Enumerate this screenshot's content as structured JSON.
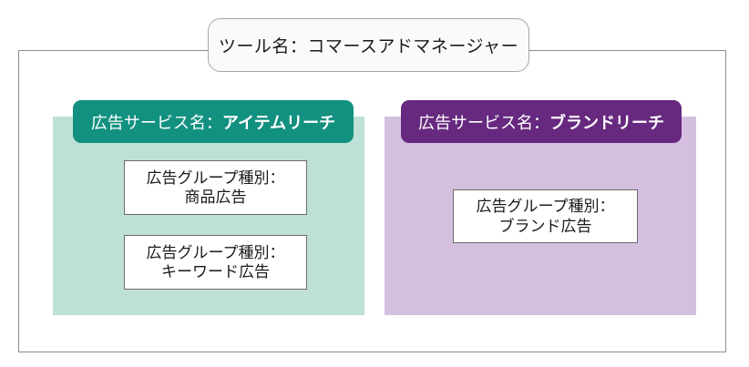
{
  "diagram": {
    "title_box": {
      "text": "ツール名：コマースアドマネージャー"
    },
    "services": [
      {
        "key": "item-reach",
        "header_label": "広告サービス名：",
        "header_name": "アイテムリーチ",
        "accent_color": "#139180",
        "panel_color": "#bfe0d7",
        "groups": [
          {
            "line1": "広告グループ種別：",
            "line2": "商品広告"
          },
          {
            "line1": "広告グループ種別：",
            "line2": "キーワード広告"
          }
        ]
      },
      {
        "key": "brand-reach",
        "header_label": "広告サービス名：",
        "header_name": "ブランドリーチ",
        "accent_color": "#67297f",
        "panel_color": "#d4bfdf",
        "groups": [
          {
            "line1": "広告グループ種別：",
            "line2": "ブランド広告"
          }
        ]
      }
    ],
    "frame_border_color": "#8c8c8c",
    "title_box_border_color": "#a6a6a6",
    "group_box_border_color": "#6b6b6b"
  }
}
